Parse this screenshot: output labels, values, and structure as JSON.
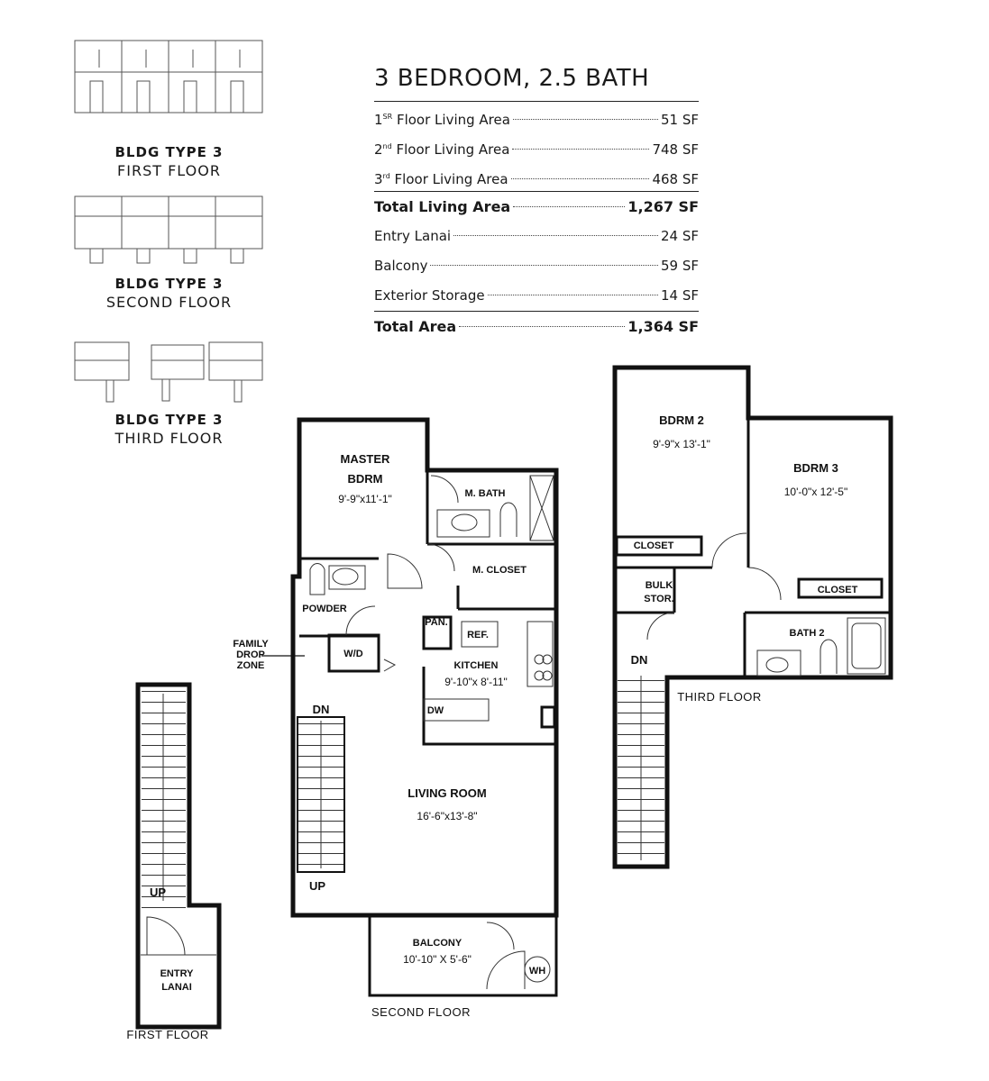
{
  "buildings": [
    {
      "title": "BLDG TYPE 3",
      "subtitle": "FIRST FLOOR"
    },
    {
      "title": "BLDG TYPE 3",
      "subtitle": "SECOND FLOOR"
    },
    {
      "title": "BLDG TYPE 3",
      "subtitle": "THIRD FLOOR"
    }
  ],
  "summary": {
    "heading": "3 BEDROOM, 2.5 BATH",
    "rows": [
      {
        "label_prefix": "1",
        "label_sup": "SR",
        "label_rest": " Floor Living Area",
        "value": "51 SF"
      },
      {
        "label_prefix": "2",
        "label_sup": "nd",
        "label_rest": " Floor Living Area",
        "value": "748 SF"
      },
      {
        "label_prefix": "3",
        "label_sup": "rd",
        "label_rest": " Floor Living Area",
        "value": "468 SF"
      }
    ],
    "total_living": {
      "label": "Total Living Area",
      "value": "1,267 SF"
    },
    "extras": [
      {
        "label": "Entry Lanai",
        "value": "24 SF"
      },
      {
        "label": "Balcony",
        "value": "59 SF"
      },
      {
        "label": "Exterior Storage",
        "value": "14 SF"
      }
    ],
    "total": {
      "label": "Total Area",
      "value": "1,364 SF"
    }
  },
  "first_floor": {
    "stair_up": "UP",
    "entry_1": "ENTRY",
    "entry_2": "LANAI",
    "caption": "FIRST FLOOR"
  },
  "second_floor": {
    "master_1": "MASTER",
    "master_2": "BDRM",
    "master_dim": "9'-9\"x11'-1\"",
    "mbath": "M. BATH",
    "mcloset": "M. CLOSET",
    "powder": "POWDER",
    "wd": "W/D",
    "pan": "PAN.",
    "ref": "REF.",
    "kitchen": "KITCHEN",
    "kitchen_dim": "9'-10\"x 8'-11\"",
    "dw": "DW",
    "family_1": "FAMILY",
    "family_2": "DROP",
    "family_3": "ZONE",
    "dn": "DN",
    "up": "UP",
    "living": "LIVING ROOM",
    "living_dim": "16'-6\"x13'-8\"",
    "balcony": "BALCONY",
    "balcony_dim": "10'-10\" X 5'-6\"",
    "wh": "WH",
    "caption": "SECOND FLOOR"
  },
  "third_floor": {
    "bdrm2": "BDRM 2",
    "bdrm2_dim": "9'-9\"x 13'-1\"",
    "closet_a": "CLOSET",
    "bulk_1": "BULK",
    "bulk_2": "STOR.",
    "dn": "DN",
    "bdrm3": "BDRM 3",
    "bdrm3_dim": "10'-0\"x 12'-5\"",
    "closet_b": "CLOSET",
    "bath2": "BATH 2",
    "caption": "THIRD FLOOR"
  }
}
